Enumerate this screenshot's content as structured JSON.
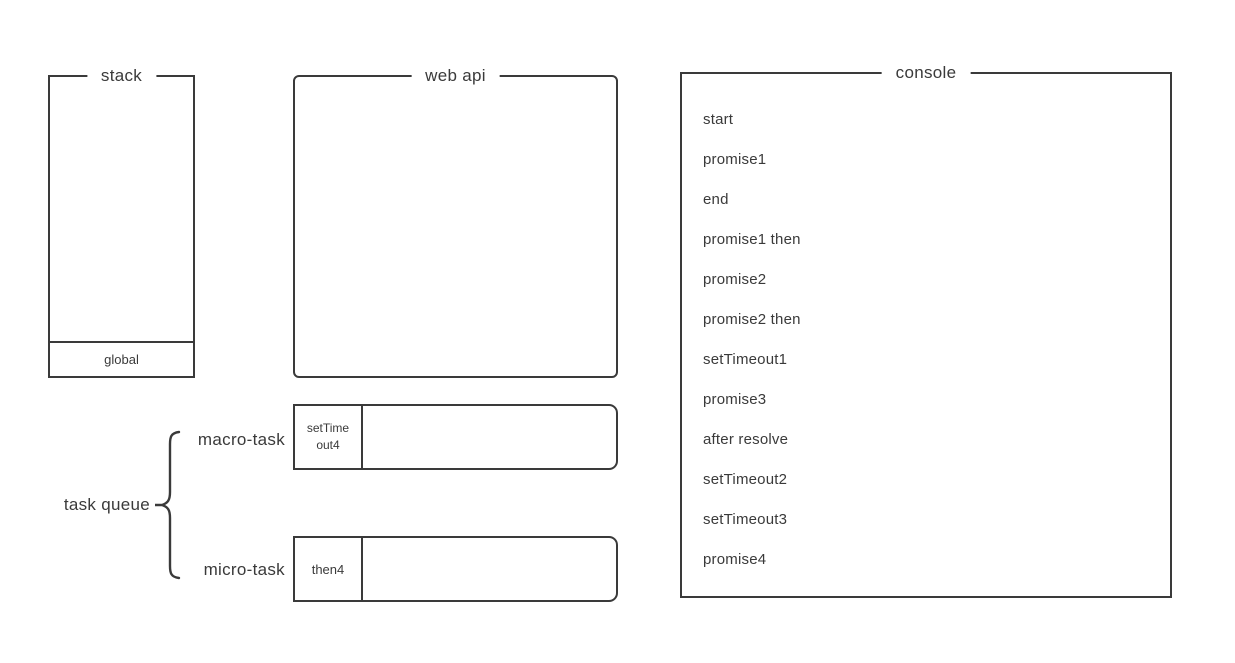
{
  "colors": {
    "ink": "#3a3a3a",
    "background": "#ffffff"
  },
  "stack": {
    "title": "stack",
    "frames": [
      "global"
    ]
  },
  "web_api": {
    "title": "web api",
    "items": []
  },
  "console": {
    "title": "console",
    "entries": [
      "start",
      "promise1",
      "end",
      "promise1 then",
      "promise2",
      "promise2 then",
      "setTimeout1",
      "promise3",
      "after resolve",
      "setTimeout2",
      "setTimeout3",
      "promise4"
    ]
  },
  "task_queue": {
    "label": "task queue",
    "macro": {
      "label": "macro-task",
      "item": "setTimeout4",
      "item_lines": [
        "setTime",
        "out4"
      ]
    },
    "micro": {
      "label": "micro-task",
      "item": "then4"
    }
  }
}
